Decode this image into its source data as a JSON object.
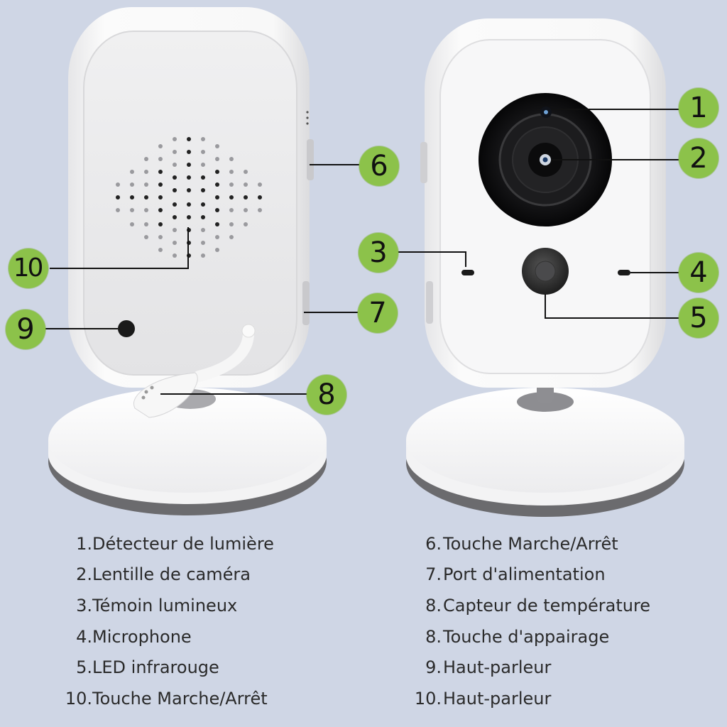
{
  "colors": {
    "background": "#cfd6e5",
    "badge": "#8cc24a",
    "badge_text": "#111111",
    "device_body": "#f4f4f4",
    "device_panel": "#e9e9eb",
    "lens_black": "#111111",
    "base_gray": "#6b6b6e",
    "legend_text": "#2a2a2a"
  },
  "callouts": [
    {
      "id": "1",
      "label": "1",
      "target": "light-sensor"
    },
    {
      "id": "2",
      "label": "2",
      "target": "camera-lens"
    },
    {
      "id": "3",
      "label": "3",
      "target": "indicator-light"
    },
    {
      "id": "4",
      "label": "4",
      "target": "microphone"
    },
    {
      "id": "5",
      "label": "5",
      "target": "infrared-led"
    },
    {
      "id": "6",
      "label": "6",
      "target": "power-button"
    },
    {
      "id": "7",
      "label": "7",
      "target": "power-port"
    },
    {
      "id": "8",
      "label": "8",
      "target": "temperature-sensor"
    },
    {
      "id": "9",
      "label": "9",
      "target": "pairing-button"
    },
    {
      "id": "10",
      "label": "10",
      "target": "speaker"
    }
  ],
  "legend": {
    "left": [
      {
        "num": "1.",
        "text": "Détecteur de lumière"
      },
      {
        "num": "2.",
        "text": "Lentille de caméra"
      },
      {
        "num": "3.",
        "text": "Témoin lumineux"
      },
      {
        "num": "4.",
        "text": "Microphone"
      },
      {
        "num": "5.",
        "text": "LED infrarouge"
      },
      {
        "num": "10.",
        "text": "Touche Marche/Arrêt"
      }
    ],
    "right": [
      {
        "num": "6.",
        "text": "Touche Marche/Arrêt"
      },
      {
        "num": "7.",
        "text": "Port d'alimentation"
      },
      {
        "num": "8.",
        "text": "Capteur de température"
      },
      {
        "num": "8.",
        "text": "Touche d'appairage"
      },
      {
        "num": "9.",
        "text": "Haut-parleur"
      },
      {
        "num": "10.",
        "text": "Haut-parleur"
      }
    ]
  }
}
